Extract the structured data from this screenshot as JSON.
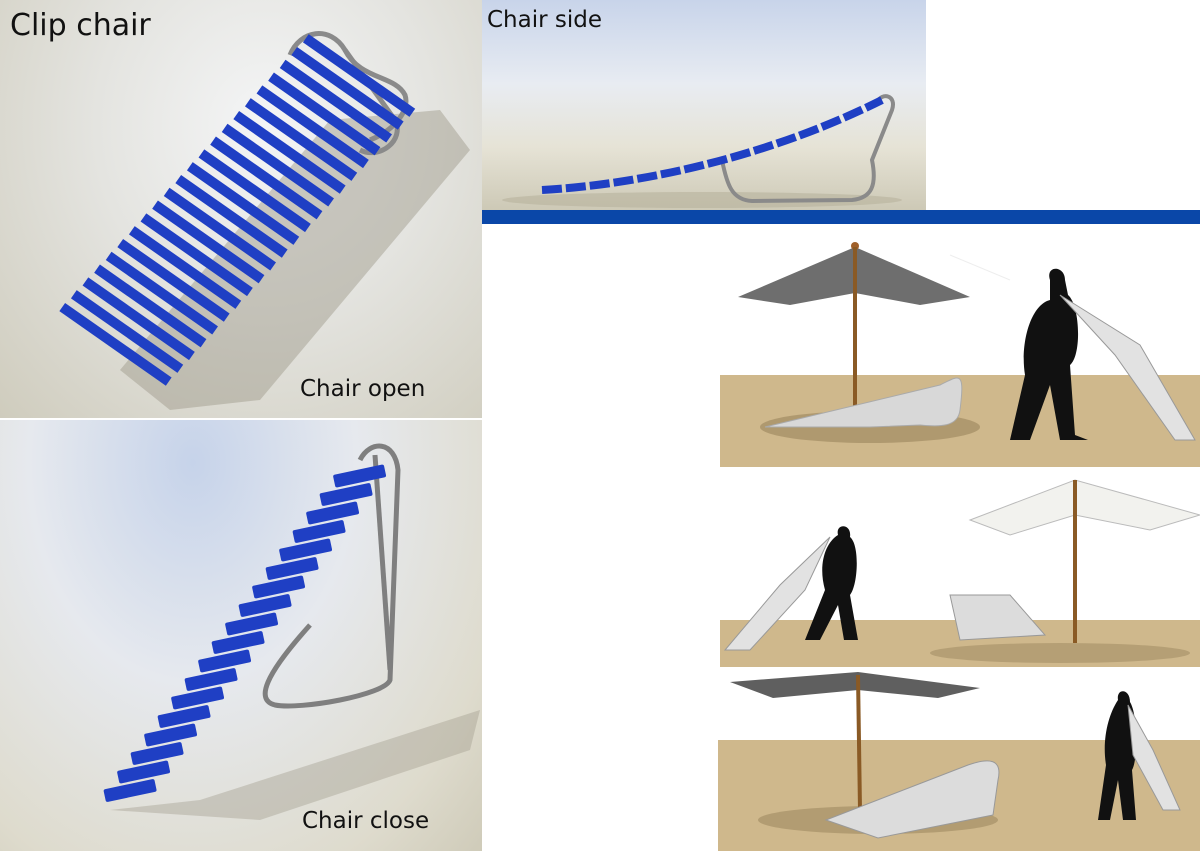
{
  "title": "Clip chair",
  "labels": {
    "open": "Chair open",
    "side": "Chair side",
    "close": "Chair close"
  },
  "colors": {
    "slat_blue": "#1f3fc4",
    "frame_grey": "#8a8a8a",
    "divider_blue": "#0a47a8",
    "sand": "#cfb88c"
  }
}
